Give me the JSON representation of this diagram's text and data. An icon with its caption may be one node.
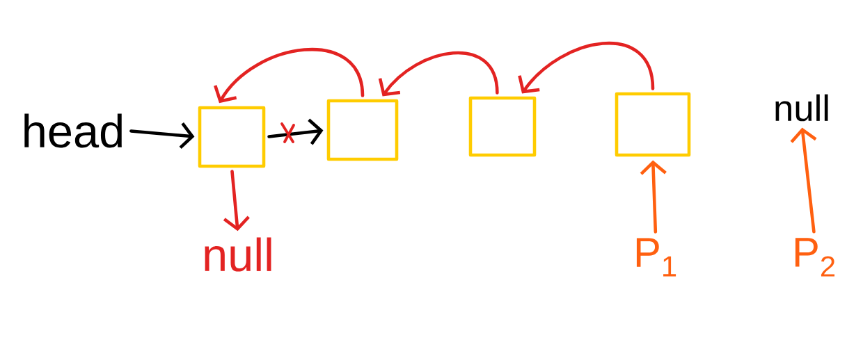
{
  "diagram": {
    "nodes": [
      {
        "text": [
          "head"
        ]
      },
      {
        "text": [],
        "shape": "box"
      },
      {
        "text": [],
        "shape": "box"
      },
      {
        "text": [],
        "shape": "box"
      },
      {
        "text": [],
        "shape": "box"
      },
      {
        "text": [
          "null"
        ]
      },
      {
        "text": [
          "null"
        ]
      },
      {
        "text": [
          "P$_{1}$"
        ]
      },
      {
        "text": [
          "P$_{2}$"
        ]
      }
    ],
    "edges": [
      {
        "from": 0,
        "to": 1,
        "arrow": "to",
        "color": "#000000"
      },
      {
        "from": 1,
        "to": 2,
        "arrow": "to",
        "color": "#000000"
      },
      {
        "from": 1,
        "to": 6,
        "arrow": "to"
      },
      {
        "from": 2,
        "to": 1,
        "arrow": "to"
      },
      {
        "from": 3,
        "to": 2,
        "arrow": "to"
      },
      {
        "from": 4,
        "to": 3,
        "arrow": "to"
      },
      {
        "from": 7,
        "to": 4,
        "arrow": "to",
        "color": "#ff6010"
      },
      {
        "from": 8,
        "to": 5,
        "arrow": "to",
        "color": "#ff6010"
      }
    ]
  }
}
